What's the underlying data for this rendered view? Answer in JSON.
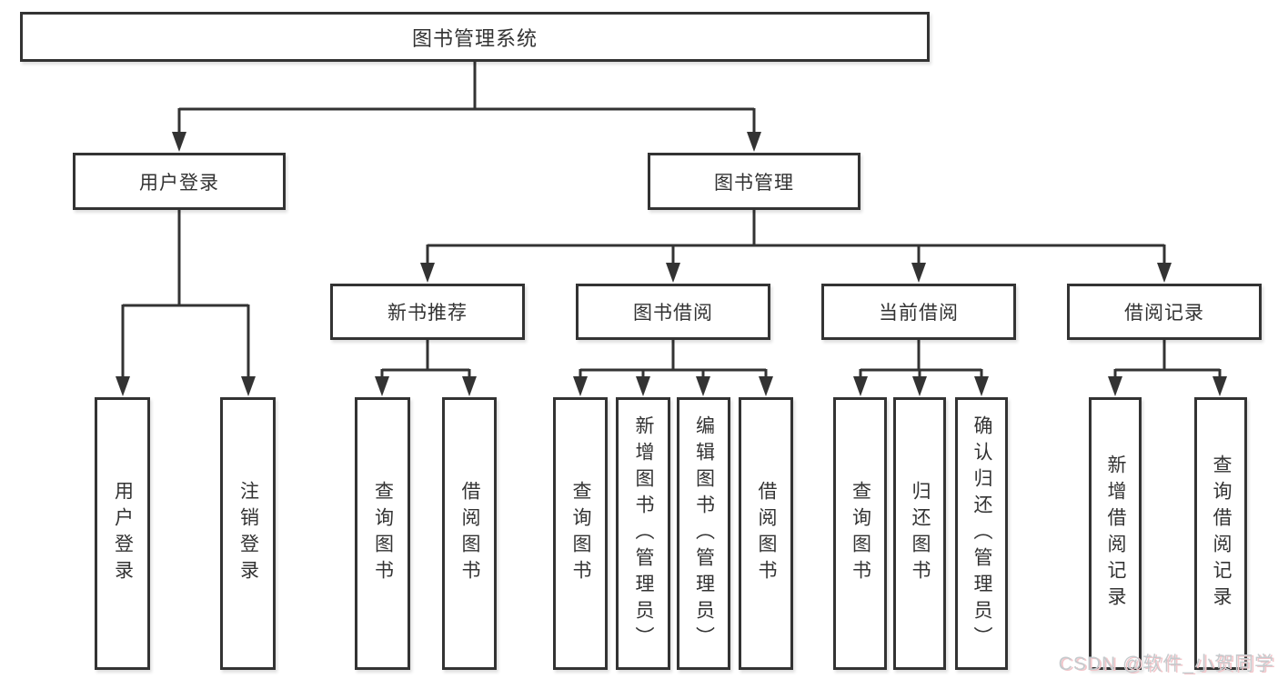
{
  "diagram": {
    "type": "tree-structure-chart",
    "colors": {
      "line": "#333333",
      "box_border": "#333333",
      "box_fill": "#ffffff",
      "text": "#333333",
      "background": "#ffffff",
      "watermark_text": "#c5cacd",
      "watermark_shadow": "#f2c6ca"
    },
    "tree": {
      "root": {
        "label": "图书管理系统",
        "children": [
          {
            "label": "用户登录",
            "children": [
              {
                "label": "用户登录"
              },
              {
                "label": "注销登录"
              }
            ]
          },
          {
            "label": "图书管理",
            "children": [
              {
                "label": "新书推荐",
                "children": [
                  {
                    "label": "查询图书"
                  },
                  {
                    "label": "借阅图书"
                  }
                ]
              },
              {
                "label": "图书借阅",
                "children": [
                  {
                    "label": "查询图书"
                  },
                  {
                    "label": "新增图书（管理员）"
                  },
                  {
                    "label": "编辑图书（管理员）"
                  },
                  {
                    "label": "借阅图书"
                  }
                ]
              },
              {
                "label": "当前借阅",
                "children": [
                  {
                    "label": "查询图书"
                  },
                  {
                    "label": "归还图书"
                  },
                  {
                    "label": "确认归还（管理员）"
                  }
                ]
              },
              {
                "label": "借阅记录",
                "children": [
                  {
                    "label": "新增借阅记录"
                  },
                  {
                    "label": "查询借阅记录"
                  }
                ]
              }
            ]
          }
        ]
      }
    }
  },
  "watermark": {
    "text": "CSDN @软件_小贺同学"
  }
}
